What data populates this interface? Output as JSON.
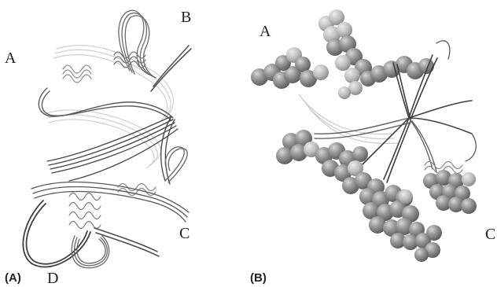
{
  "figure": {
    "panel_a": {
      "panel_label": "(A)",
      "labels": {
        "a": "A",
        "b": "B",
        "c": "C",
        "d": "D"
      }
    },
    "panel_b": {
      "panel_label": "(B)",
      "labels": {
        "a": "A",
        "c": "C"
      }
    },
    "colors": {
      "background": "#ffffff",
      "ribbon_dark": "#4a4a4a",
      "ribbon_mid": "#777777",
      "ribbon_light": "#c8c8c8",
      "sphere": "#8c8c8c",
      "sphere_light": "#c4c4c4"
    }
  }
}
